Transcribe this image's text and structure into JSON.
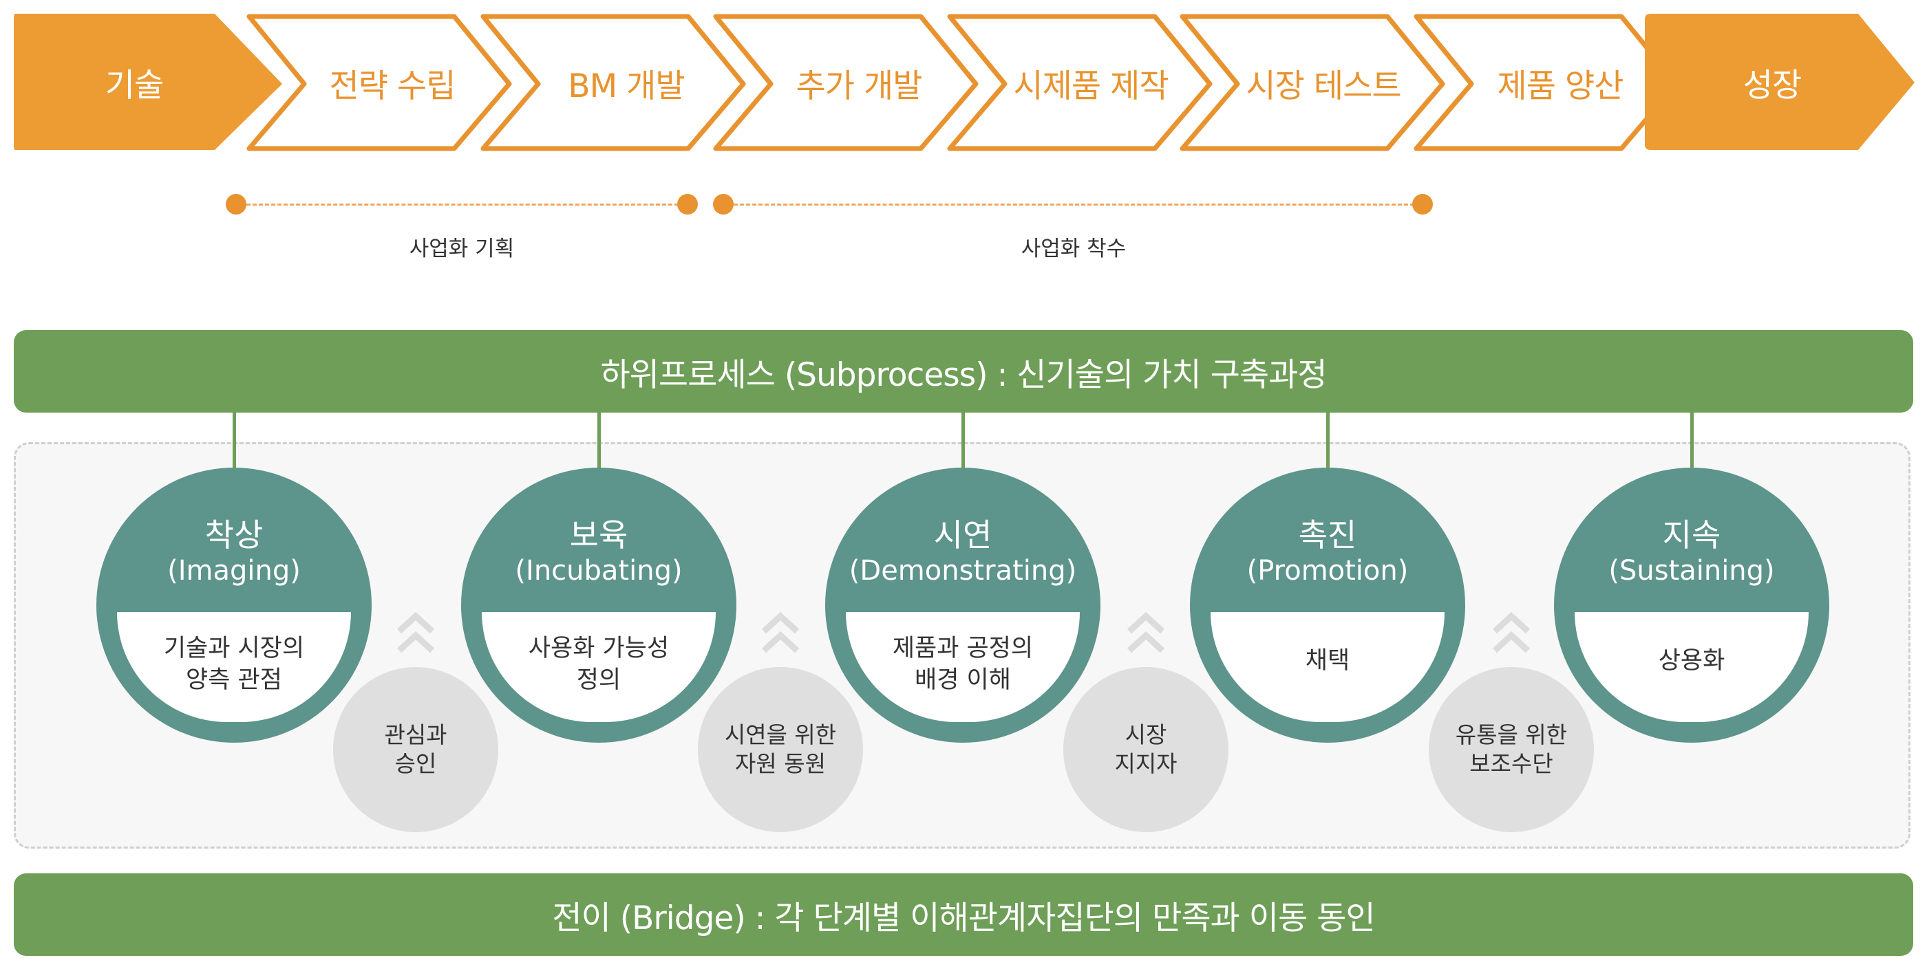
{
  "process_steps": [
    {
      "label": "기술",
      "style": "filled"
    },
    {
      "label": "전략 수립",
      "style": "outline"
    },
    {
      "label": "BM 개발",
      "style": "outline"
    },
    {
      "label": "추가 개발",
      "style": "outline"
    },
    {
      "label": "시제품 제작",
      "style": "outline"
    },
    {
      "label": "시장 테스트",
      "style": "outline"
    },
    {
      "label": "제품 양산",
      "style": "outline"
    },
    {
      "label": "성장",
      "style": "filled"
    }
  ],
  "phases": [
    {
      "label": "사업화 기획"
    },
    {
      "label": "사업화 착수"
    }
  ],
  "subprocess_title": "하위프로세스 (Subprocess) : 신기술의 가치 구축과정",
  "stages": [
    {
      "title": "착상",
      "english": "(Imaging)",
      "desc_line1": "기술과 시장의",
      "desc_line2": "양측 관점"
    },
    {
      "title": "보육",
      "english": "(Incubating)",
      "desc_line1": "사용화 가능성",
      "desc_line2": "정의"
    },
    {
      "title": "시연",
      "english": "(Demonstrating)",
      "desc_line1": "제품과 공정의",
      "desc_line2": "배경 이해"
    },
    {
      "title": "촉진",
      "english": "(Promotion)",
      "desc_line1": "채택",
      "desc_line2": ""
    },
    {
      "title": "지속",
      "english": "(Sustaining)",
      "desc_line1": "상용화",
      "desc_line2": ""
    }
  ],
  "bridges": [
    {
      "line1": "관심과",
      "line2": "승인"
    },
    {
      "line1": "시연을 위한",
      "line2": "자원 동원"
    },
    {
      "line1": "시장",
      "line2": "지지자"
    },
    {
      "line1": "유통을 위한",
      "line2": "보조수단"
    }
  ],
  "bridge_title": "전이 (Bridge) : 각 단계별 이해관계자집단의 만족과 이동 동인",
  "colors": {
    "orange": "#e8932f",
    "green": "#6e9e57",
    "teal": "#5d948b",
    "bridge_gray": "#dfdfdf"
  }
}
